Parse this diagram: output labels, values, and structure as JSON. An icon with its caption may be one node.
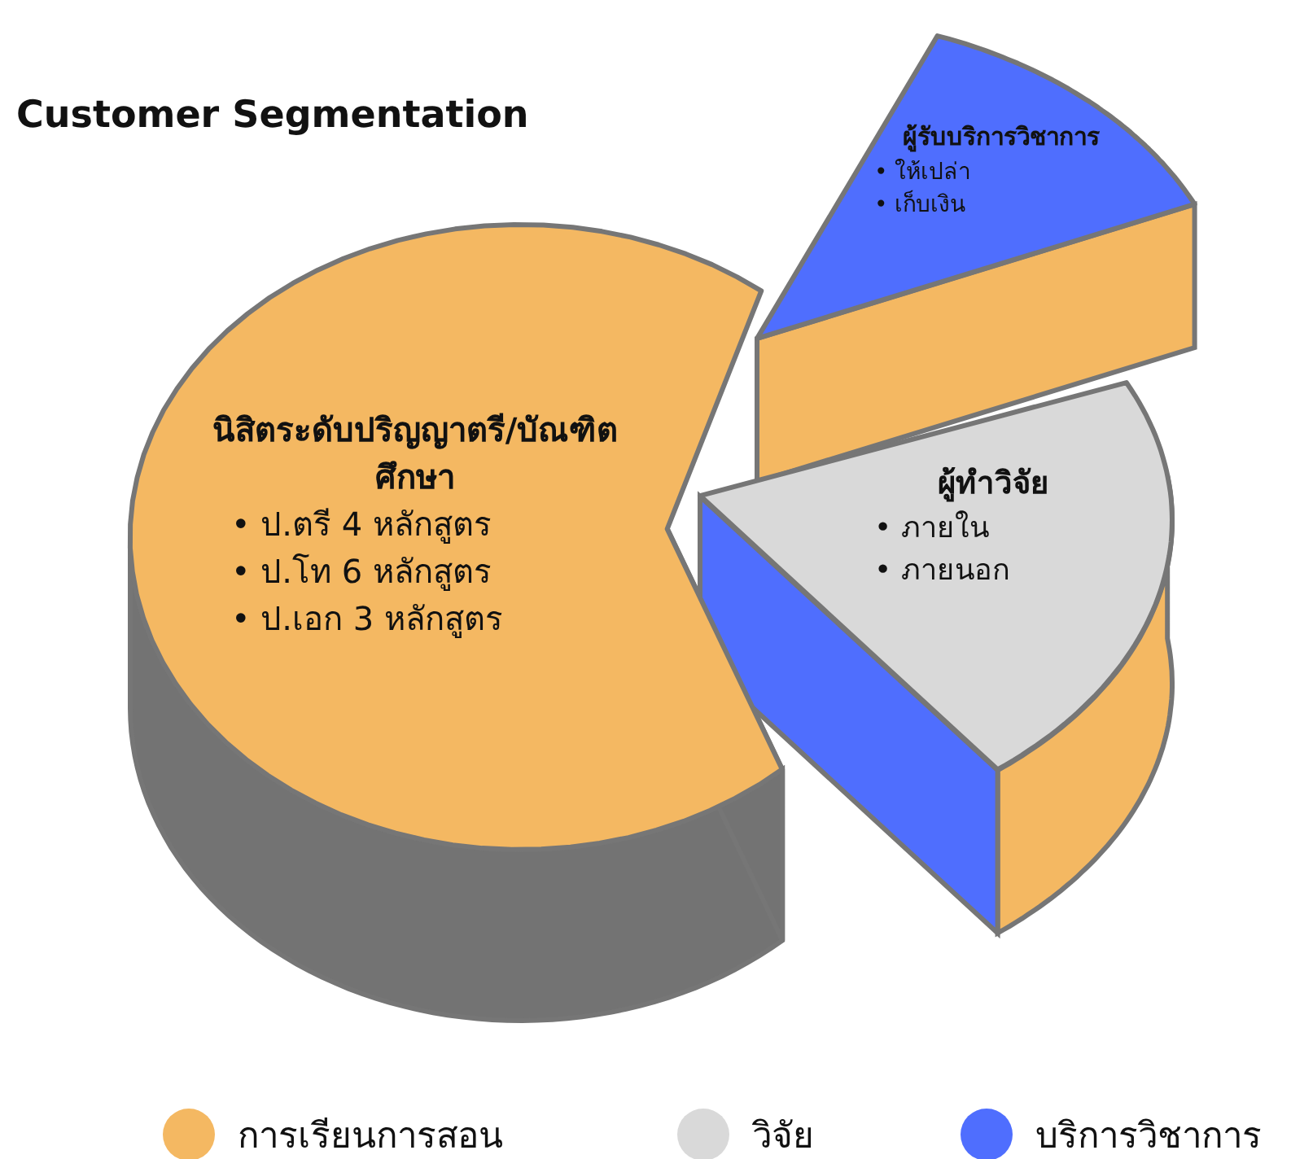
{
  "diagram": {
    "title": "Customer Segmentation",
    "nodes": [
      {
        "text": [
          "ผู้รับบริการวิชาการ",
          "• ให้เปล่า",
          "• เก็บเงิน"
        ]
      },
      {
        "text": [
          "นิสิตระดับปริญญาตรี/บัณฑิตศึกษา",
          "• ป.ตรี 4 หลักสูตร",
          "• ป.โท 6 หลักสูตร",
          "• ป.เอก 3 หลักสูตร"
        ]
      },
      {
        "text": [
          "ผู้ทำวิจัย",
          "• ภายใน",
          "• ภายนอก"
        ]
      }
    ],
    "edges": [],
    "legend": [
      {
        "text": "การเรียนการสอน",
        "color": "#f4b862"
      },
      {
        "text": "วิจัย",
        "color": "#d9d9d9"
      },
      {
        "text": "บริการวิชาการ",
        "color": "#4f6efe"
      }
    ]
  }
}
